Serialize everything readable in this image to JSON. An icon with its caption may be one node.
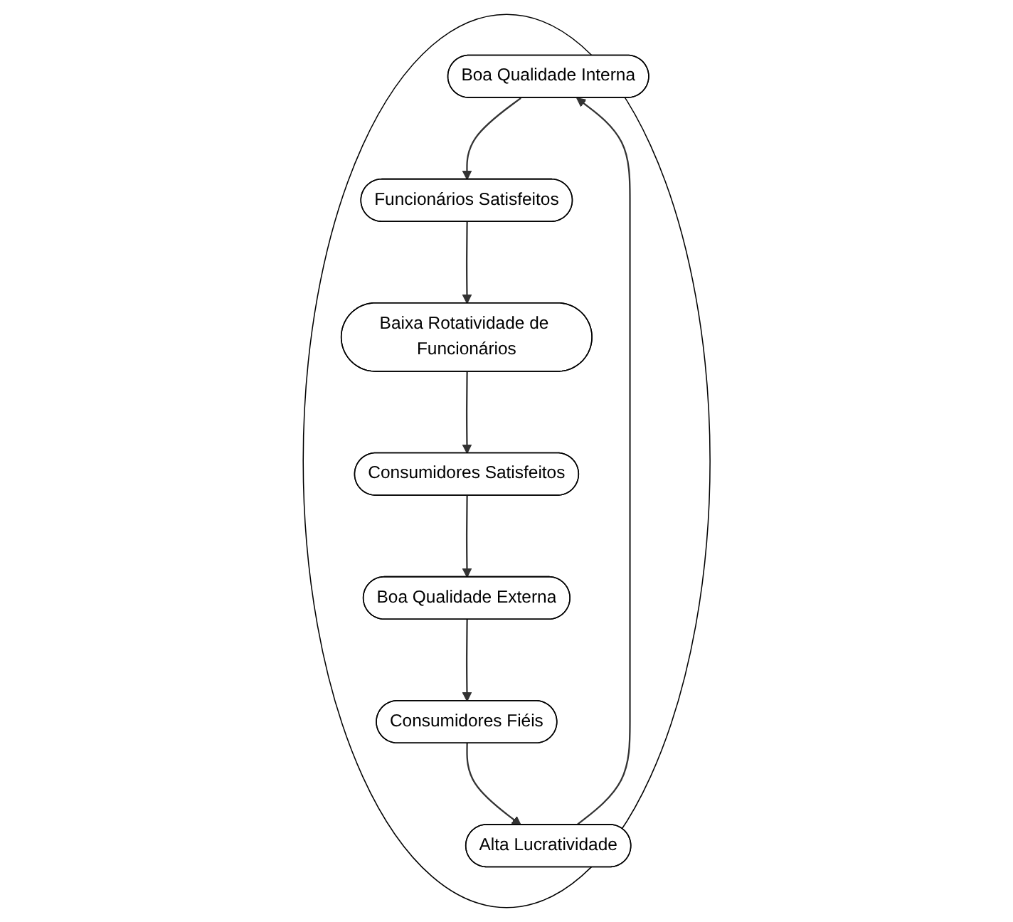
{
  "diagram": {
    "nodes": [
      {
        "text": [],
        "shape": "circle"
      },
      {
        "text": [
          "Boa Qualidade Interna"
        ],
        "in": 0
      },
      {
        "text": [
          "Alta Lucratividade"
        ],
        "in": 0
      },
      {
        "text": [
          "Funcionários Satisfeitos"
        ],
        "in": 0
      },
      {
        "text": [
          "Consumidores Fiéis"
        ],
        "in": 0
      },
      {
        "text": [
          "Baixa Rotatividade de Funcionários"
        ],
        "in": 0
      },
      {
        "text": [
          "Boa Qualidade Externa"
        ],
        "in": 0
      },
      {
        "text": [
          "Consumidores Satisfeitos"
        ],
        "in": 0
      }
    ],
    "edges": [
      {
        "from": 1,
        "to": 3,
        "arrow": "to"
      },
      {
        "from": 3,
        "to": 5,
        "arrow": "to"
      },
      {
        "from": 5,
        "to": 7,
        "arrow": "to"
      },
      {
        "from": 7,
        "to": 6,
        "arrow": "to"
      },
      {
        "from": 6,
        "to": 4,
        "arrow": "to"
      },
      {
        "from": 4,
        "to": 2,
        "arrow": "to"
      },
      {
        "from": 2,
        "to": 1,
        "arrow": "to"
      }
    ]
  }
}
